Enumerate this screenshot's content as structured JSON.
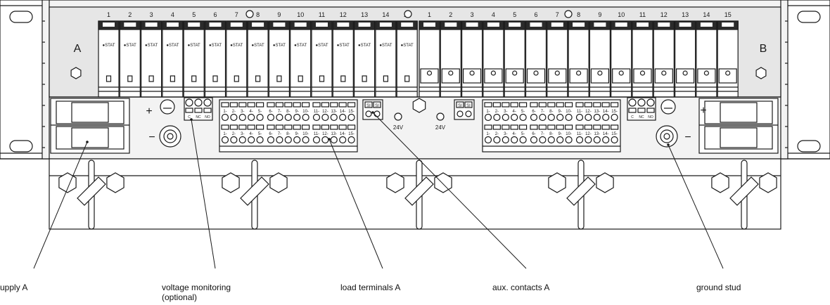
{
  "panel": {
    "side_a_label": "A",
    "side_b_label": "B",
    "breakers_a": [
      "1",
      "2",
      "3",
      "4",
      "5",
      "6",
      "7",
      "8",
      "9",
      "10",
      "11",
      "12",
      "13",
      "14",
      "15"
    ],
    "breakers_b": [
      "1",
      "2",
      "3",
      "4",
      "5",
      "6",
      "7",
      "8",
      "9",
      "10",
      "11",
      "12",
      "13",
      "14",
      "15"
    ],
    "breaker_marking": "●STAT",
    "aux_contacts": [
      "SI",
      "SI"
    ],
    "aux_voltage": "24V",
    "monitoring_terminals": [
      "C",
      "NC",
      "NO"
    ],
    "load_terminals_row1": [
      "1",
      "2",
      "3",
      "4",
      "5"
    ],
    "load_terminals_row2": [
      "6",
      "7",
      "8",
      "9",
      "10"
    ],
    "load_terminals_row3": [
      "11",
      "12",
      "13",
      "14",
      "15"
    ],
    "polarity_plus": "+",
    "polarity_minus": "−"
  },
  "callouts": {
    "supply_a": "upply A",
    "voltage_monitoring_line1": "voltage monitoring",
    "voltage_monitoring_line2": "(optional)",
    "load_terminals_a": "load terminals A",
    "aux_contacts_a": "aux. contacts A",
    "ground_stud": "ground stud"
  },
  "colors": {
    "outline": "#1a1a1a",
    "panel_fill": "#f3f3f3",
    "recess_fill": "#e6e6e6",
    "breaker_fill": "#ffffff",
    "breaker_head": "#2b2b2b"
  }
}
